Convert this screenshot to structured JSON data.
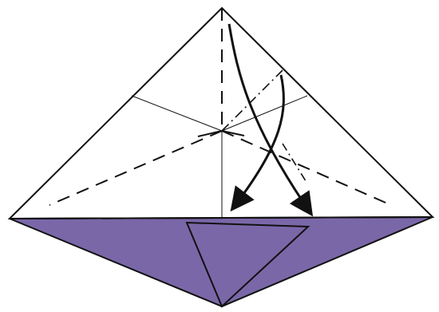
{
  "colors": {
    "background": "#ffffff",
    "paper_back": "#7a67a8",
    "line": "#111111",
    "arrow": "#111111"
  },
  "steps": {
    "arrows": [
      {
        "name": "fold-arrow-left",
        "action": "fold-down"
      },
      {
        "name": "fold-arrow-right",
        "action": "fold-down"
      }
    ]
  }
}
